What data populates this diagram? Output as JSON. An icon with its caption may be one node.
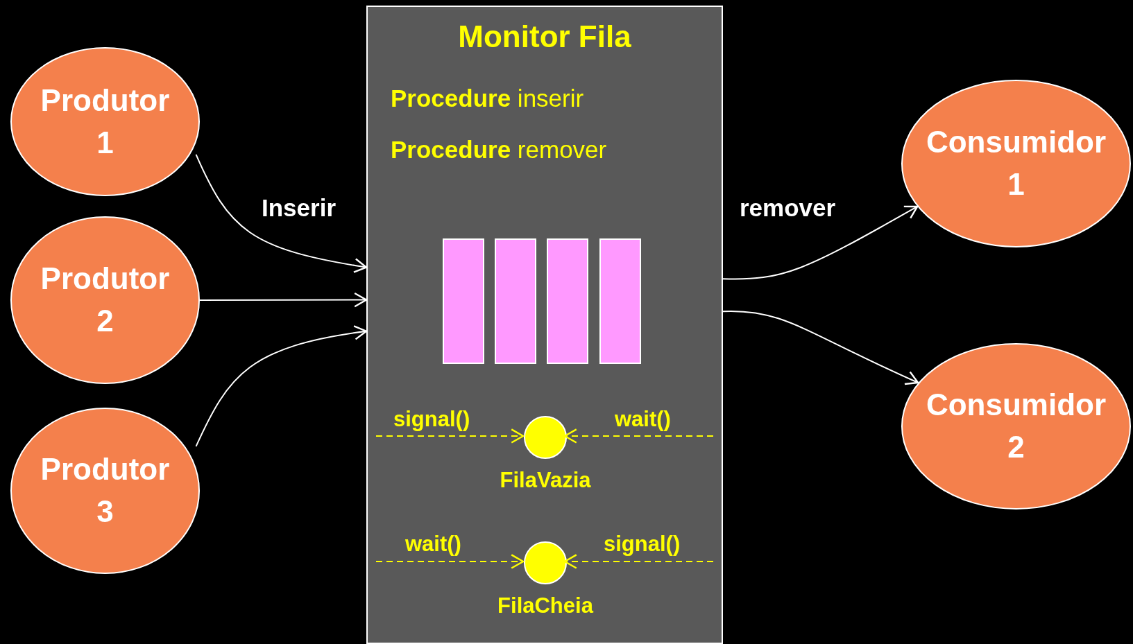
{
  "diagram": {
    "nodes": [
      {
        "text": [
          "Produtor 1"
        ]
      },
      {
        "text": [
          "Produtor 2"
        ]
      },
      {
        "text": [
          "Produtor 3"
        ]
      },
      {
        "text": [
          "Monitor Fila",
          "**Procedure** inserir",
          "**Procedure** remover"
        ]
      },
      {
        "text": [],
        "shape": "bar",
        "in": 3
      },
      {
        "text": [],
        "shape": "bar",
        "in": 3
      },
      {
        "text": [],
        "shape": "bar",
        "in": 3
      },
      {
        "text": [],
        "shape": "bar",
        "in": 3
      },
      {
        "text": [
          "FilaVazia"
        ],
        "in": 3
      },
      {
        "text": [
          "FilaCheia"
        ],
        "in": 3
      },
      {
        "text": [
          "Consumidor 1"
        ]
      },
      {
        "text": [
          "Consumidor 2"
        ]
      }
    ],
    "edges": [
      {
        "from": 0,
        "to": 3,
        "arrow": "to",
        "label": "Inserir"
      },
      {
        "from": 1,
        "to": 3,
        "arrow": "to"
      },
      {
        "from": 2,
        "to": 3,
        "arrow": "to"
      },
      {
        "from": 3,
        "to": 10,
        "arrow": "to",
        "label": "remover"
      },
      {
        "from": 3,
        "to": 11,
        "arrow": "to"
      },
      {
        "from": null,
        "to": 8,
        "arrow": "to",
        "label": "signal()",
        "style": "dashed",
        "color": "#ffff00"
      },
      {
        "from": null,
        "to": 8,
        "arrow": "to",
        "label": "wait()",
        "style": "dashed",
        "color": "#ffff00"
      },
      {
        "from": null,
        "to": 9,
        "arrow": "to",
        "label": "wait()",
        "style": "dashed",
        "color": "#ffff00"
      },
      {
        "from": null,
        "to": 9,
        "arrow": "to",
        "label": "signal()",
        "style": "dashed",
        "color": "#ffff00"
      }
    ]
  }
}
